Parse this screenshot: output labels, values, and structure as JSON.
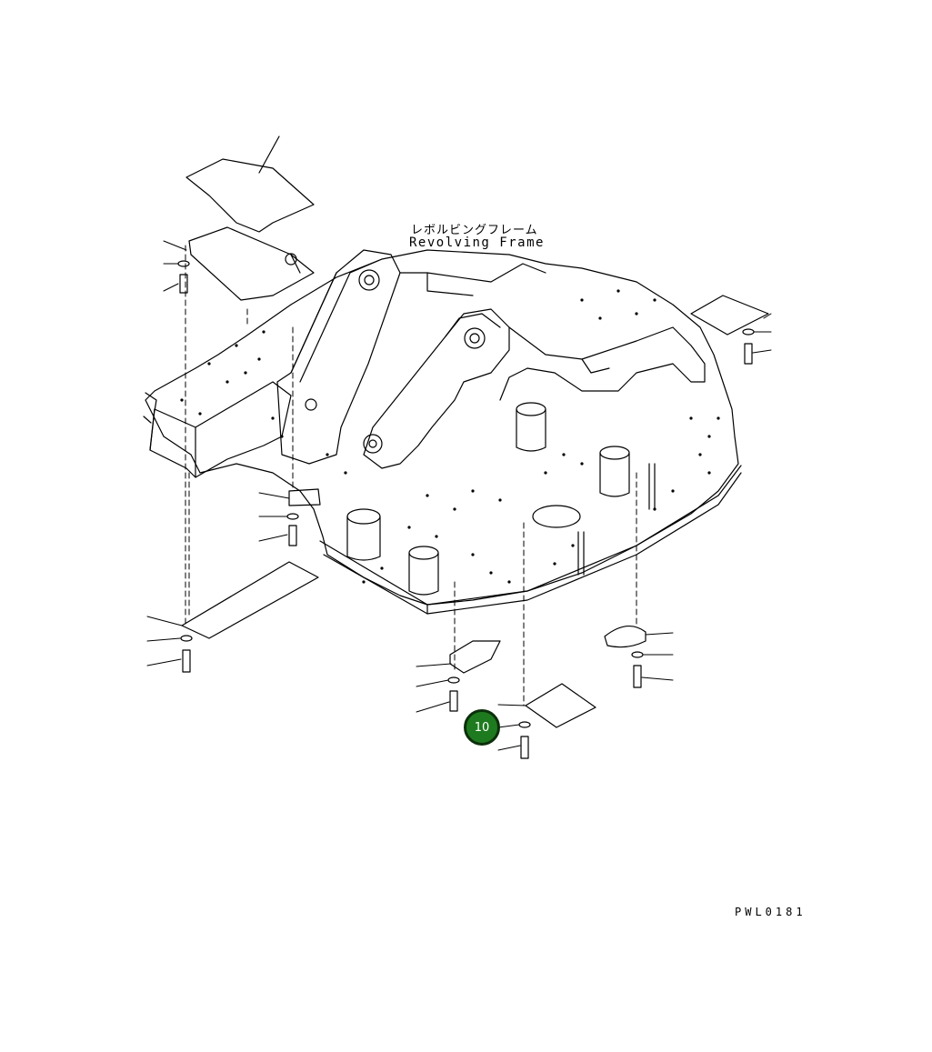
{
  "frame_label_jp": "レボルビングフレーム",
  "frame_label_en": "Revolving Frame",
  "drawing_code": "PWL0181",
  "callouts": [
    {
      "number": "10",
      "color": "#1e7a1e"
    }
  ]
}
